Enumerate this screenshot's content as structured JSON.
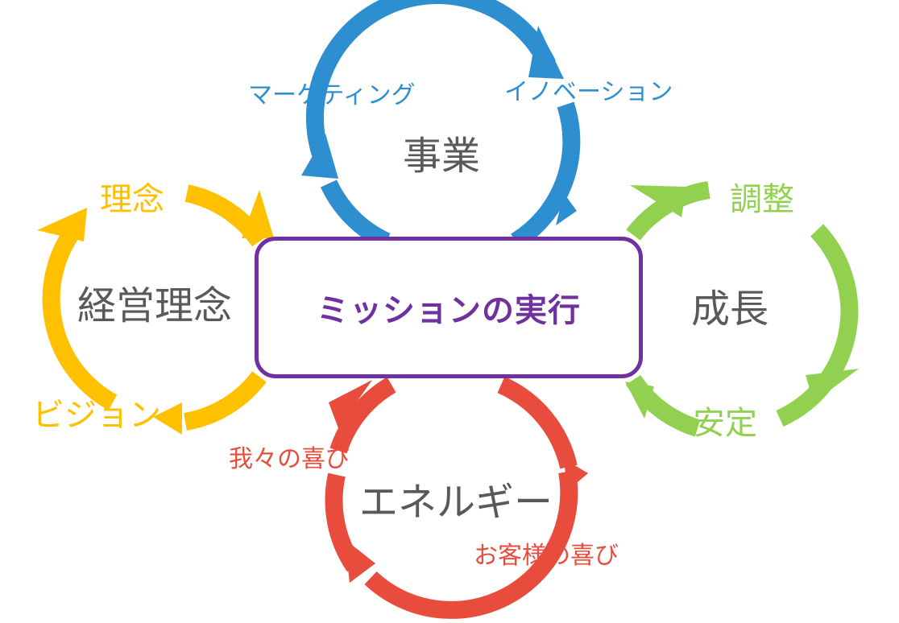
{
  "colors": {
    "blue": "#2e8fd0",
    "yellow": "#ffc000",
    "green": "#92d050",
    "red": "#e84c3d",
    "purple": "#7030a0",
    "gray": "#595959"
  },
  "center": {
    "text": "ミッションの実行"
  },
  "cycles": {
    "business": {
      "title": "事業",
      "label_left": "マーケティング",
      "label_right": "イノベーション"
    },
    "philosophy": {
      "title": "経営理念",
      "label_top": "理念",
      "label_bottom": "ビジョン"
    },
    "growth": {
      "title": "成長",
      "label_top": "調整",
      "label_bottom": "安定"
    },
    "energy": {
      "title": "エネルギー",
      "label_left": "我々の喜び",
      "label_right": "お客様の喜び"
    }
  }
}
